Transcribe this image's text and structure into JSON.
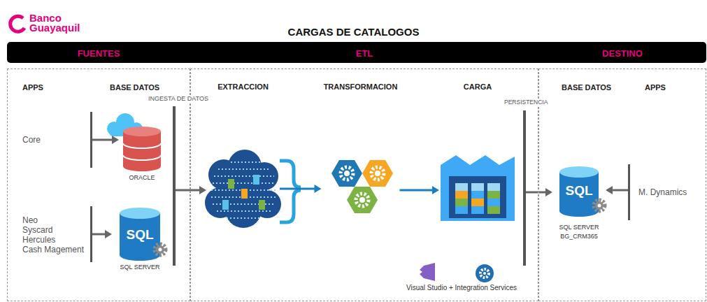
{
  "diagram": {
    "title": "CARGAS DE CATALOGOS",
    "nodes": [
      {
        "text": [
          "FUENTES"
        ]
      },
      {
        "text": [
          "ETL"
        ]
      },
      {
        "text": [
          "DESTINO"
        ]
      },
      {
        "text": [
          "Core"
        ],
        "in": 0
      },
      {
        "text": [
          "Neo",
          "Syscard",
          "Hercules",
          "Cash Magement"
        ],
        "in": 0
      },
      {
        "text": [
          "ORACLE"
        ],
        "in": 0
      },
      {
        "text": [
          "SQL",
          "SQL SERVER"
        ],
        "in": 0
      },
      {
        "text": [
          "INGESTA DE DATOS"
        ]
      },
      {
        "text": [
          "EXTRACCION"
        ],
        "in": 1
      },
      {
        "text": [
          "TRANSFORMACION"
        ],
        "in": 1
      },
      {
        "text": [
          "CARGA"
        ],
        "in": 1
      },
      {
        "text": [
          "PERSISTENCIA"
        ]
      },
      {
        "text": [
          "SQL",
          "SQL SERVER",
          "BG_CRM365"
        ],
        "in": 2
      },
      {
        "text": [
          "M. Dynamics"
        ],
        "in": 2
      }
    ],
    "edges": [
      {
        "from": 3,
        "to": 5,
        "arrow": "to"
      },
      {
        "from": 4,
        "to": 6,
        "arrow": "to"
      },
      {
        "from": 7,
        "to": 8,
        "arrow": "to"
      },
      {
        "from": 8,
        "to": 9,
        "arrow": "to"
      },
      {
        "from": 9,
        "to": 10,
        "arrow": "to"
      },
      {
        "from": 11,
        "to": 12,
        "arrow": "to"
      },
      {
        "from": 13,
        "to": 12,
        "arrow": "to"
      }
    ],
    "labels": [
      "Banco Guayaquil",
      "APPS",
      "BASE DATOS",
      "BASE DATOS",
      "APPS",
      "Visual Studio + Integration Services"
    ]
  }
}
